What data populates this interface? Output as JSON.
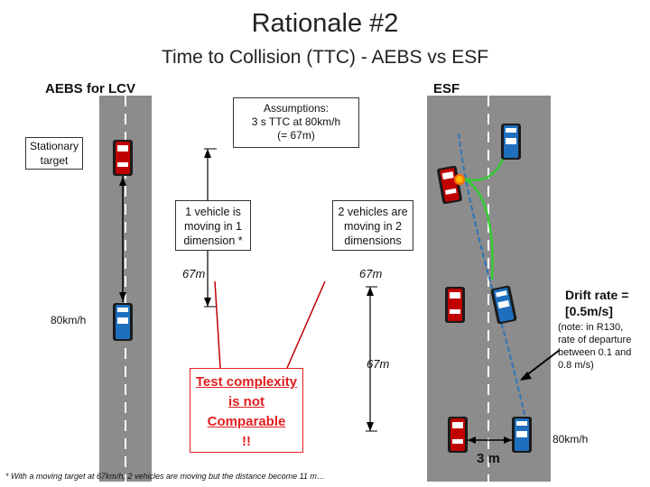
{
  "title": "Rationale #2",
  "subtitle": "Time to Collision (TTC) - AEBS vs ESF",
  "left_header": "AEBS for LCV",
  "right_header": "ESF",
  "assumptions": {
    "line1": "Assumptions:",
    "line2": "3 s TTC at 80km/h",
    "line3": "(= 67m)"
  },
  "stationary_label": {
    "line1": "Stationary",
    "line2": "target"
  },
  "one_vehicle": {
    "line1": "1 vehicle is",
    "line2": "moving in 1",
    "line3": "dimension *"
  },
  "two_vehicles": {
    "line1": "2 vehicles are",
    "line2": "moving in 2",
    "line3": "dimensions"
  },
  "distances": {
    "left": "67m",
    "middle": "67m",
    "right": "67m"
  },
  "speed_left": "80km/h",
  "speed_right": "80km/h",
  "complexity": {
    "line1": "Test complexity",
    "line2": "is not",
    "line3": "Comparable",
    "line4": "!!"
  },
  "drift": {
    "line1": "Drift rate =",
    "line2": "[0.5m/s]"
  },
  "drift_note": {
    "line1": "(note: in R130,",
    "line2": "rate of departure",
    "line3": "between 0.1 and",
    "line4": "0.8 m/s)"
  },
  "lane_width": "3 m",
  "footnote": "* With a moving target at 67km/h, 2 vehicles are moving but the distance become 11 m…",
  "colors": {
    "road": "#8c8c8c",
    "red_vehicle": "#c00000",
    "blue_vehicle": "#1f6fbf",
    "trajectory_blue": "#2e75b6",
    "trajectory_green": "#33cc33",
    "complexity_red": "#e02020"
  }
}
